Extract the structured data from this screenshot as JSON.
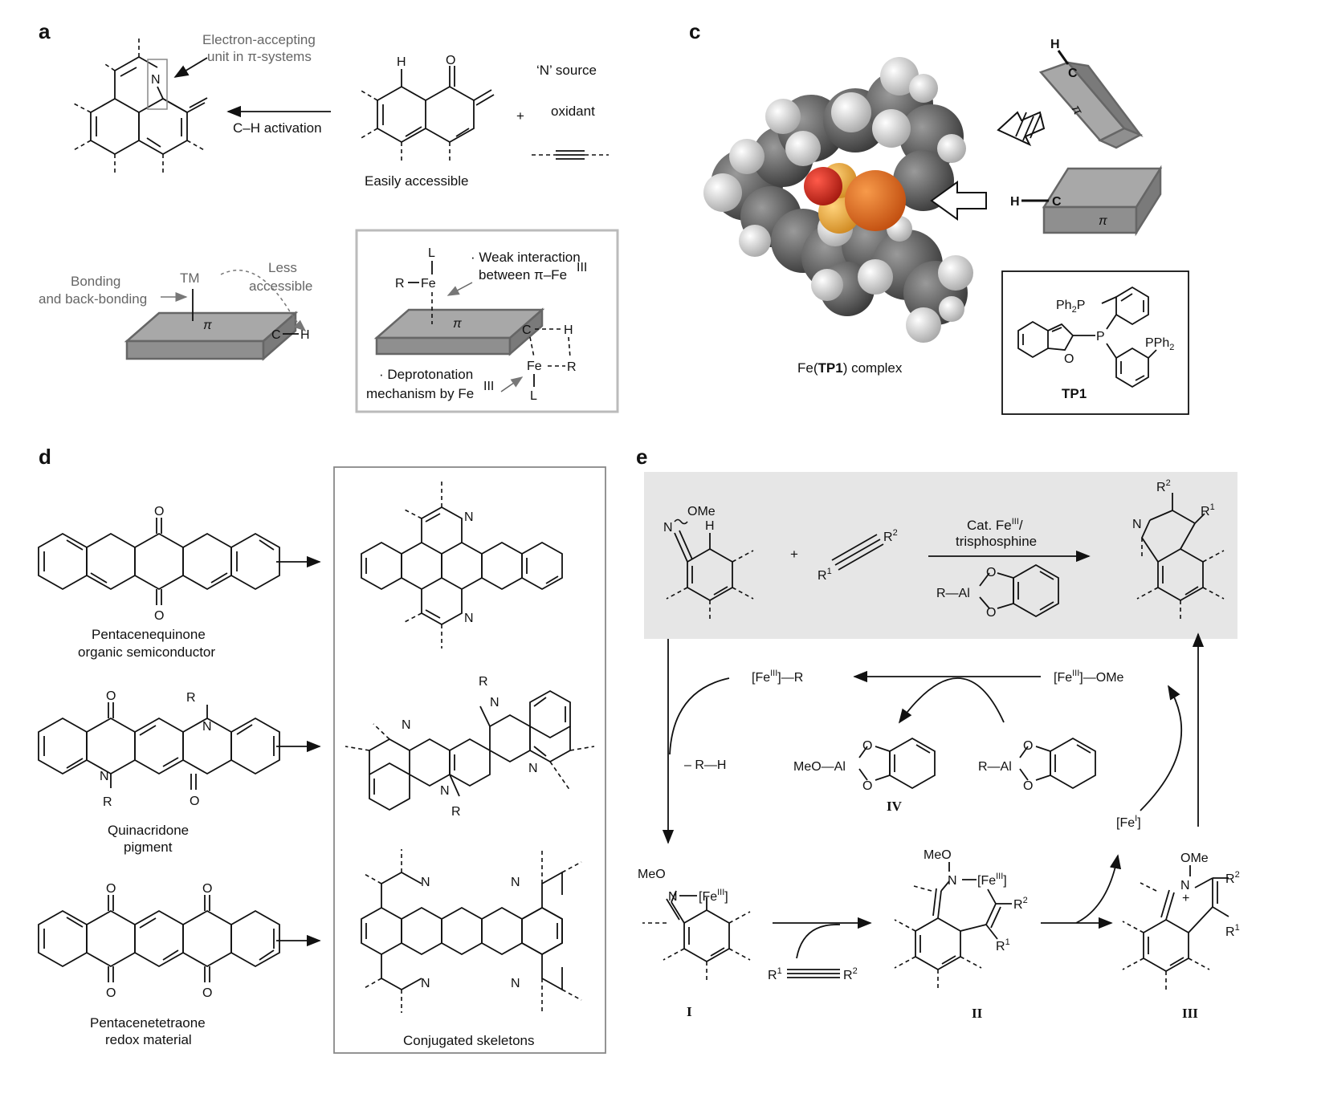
{
  "panels": {
    "a": "a",
    "c": "c",
    "d": "d",
    "e": "e"
  },
  "a": {
    "electron_accepting_1": "Electron-accepting",
    "electron_accepting_2": "unit in π-systems",
    "ch_activation": "C–H activation",
    "n_source": "‘N’ source",
    "oxidant": "oxidant",
    "plus": "+",
    "easily_accessible": "Easily accessible",
    "bonding_1": "Bonding",
    "bonding_2": "and back-bonding",
    "tm": "TM",
    "less_1": "Less",
    "less_2": "accessible",
    "pi": "π",
    "c": "C",
    "h": "H",
    "weak_1": "· Weak interaction",
    "weak_2": "between π–Fe",
    "depro_1": "· Deprotonation",
    "depro_2": "mechanism by Fe",
    "sup3": "III",
    "L": "L",
    "R": "R",
    "Fe": "Fe",
    "N": "N",
    "O": "O"
  },
  "c": {
    "complex_label_pre": "Fe(",
    "complex_label_bold": "TP1",
    "complex_label_post": ") complex",
    "tp1": "TP1",
    "ph2p": "Ph",
    "pph2": "PPh",
    "sub2": "2",
    "P": "P",
    "O": "O",
    "H": "H",
    "C": "C",
    "pi": "π"
  },
  "d": {
    "pq_1": "Pentacenequinone",
    "pq_2": "organic semiconductor",
    "qa_1": "Quinacridone",
    "qa_2": "pigment",
    "pt_1": "Pentacenetetraone",
    "pt_2": "redox material",
    "conj": "Conjugated skeletons",
    "O": "O",
    "N": "N",
    "R": "R"
  },
  "e": {
    "ome": "OMe",
    "meo": "MeO",
    "cat_1": "Cat. Fe",
    "cat_1b": "/",
    "cat_2": "trisphosphine",
    "sup3": "III",
    "sup1": "I",
    "fe_r": "[Fe",
    "fe_r_tail": "]—R",
    "fe_ome_tail": "]—OMe",
    "minus_rh": "– R—H",
    "r_al": "R—Al",
    "meo_al": "MeO—Al",
    "iv": "IV",
    "fei": "[Fe",
    "fei_tail": "]",
    "r1": "R",
    "r2": "R",
    "s1": "1",
    "s2": "2",
    "i": "I",
    "ii": "II",
    "iii": "III",
    "plus": "+",
    "N": "N",
    "O": "O",
    "H": "H"
  }
}
